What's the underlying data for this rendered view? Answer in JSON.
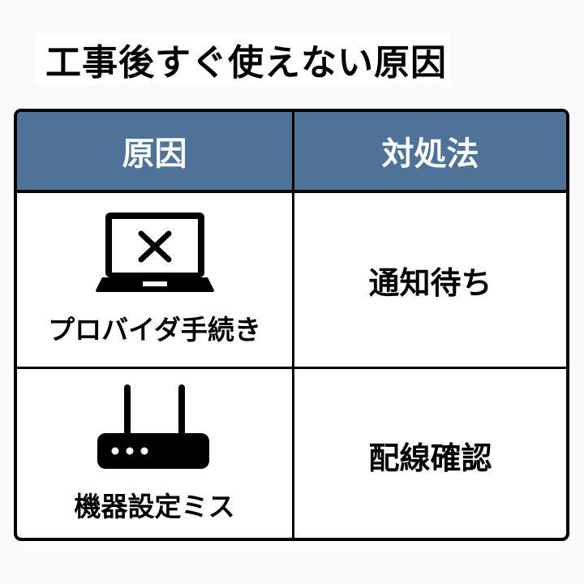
{
  "title": "工事後すぐ使えない原因",
  "table": {
    "header_bg": "#4f7398",
    "columns": [
      "原因",
      "対処法"
    ],
    "rows": [
      {
        "cause": "プロバイダ手続き",
        "cause_icon": "laptop-x-icon",
        "solution": "通知待ち"
      },
      {
        "cause": "機器設定ミス",
        "cause_icon": "router-icon",
        "solution": "配線確認"
      }
    ]
  }
}
